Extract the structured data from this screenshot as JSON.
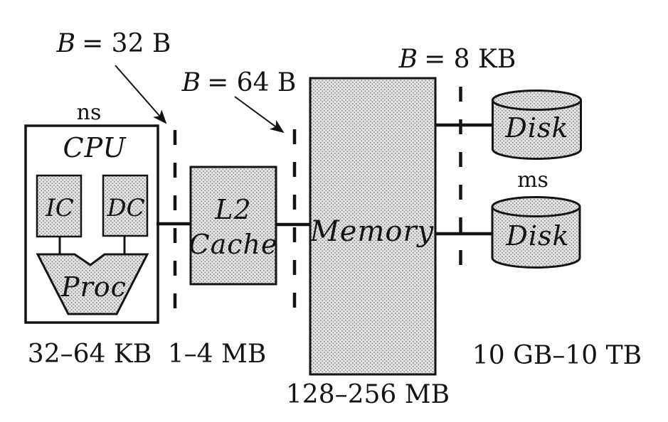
{
  "colors": {
    "ink": "#141414",
    "hatch_base": "#e4e4e4",
    "hatch_dot": "#8f8f8f",
    "background": "#ffffff"
  },
  "annotations": {
    "block_l1": {
      "var": "B",
      "rest": "= 32 B"
    },
    "block_l2": {
      "var": "B",
      "rest": "= 64 B"
    },
    "block_mem": {
      "var": "B",
      "rest": "= 8 KB"
    }
  },
  "latency": {
    "cpu": "ns",
    "disk": "ms"
  },
  "cpu": {
    "label": "CPU",
    "icache": "IC",
    "dcache": "DC",
    "proc": "Proc",
    "capacity": "32–64 KB"
  },
  "l2": {
    "label_line1": "L2",
    "label_line2": "Cache",
    "capacity": "1–4 MB"
  },
  "memory": {
    "label": "Memory",
    "capacity": "128–256 MB"
  },
  "disk": {
    "label_top": "Disk",
    "label_bottom": "Disk",
    "capacity": "10 GB–10 TB"
  }
}
